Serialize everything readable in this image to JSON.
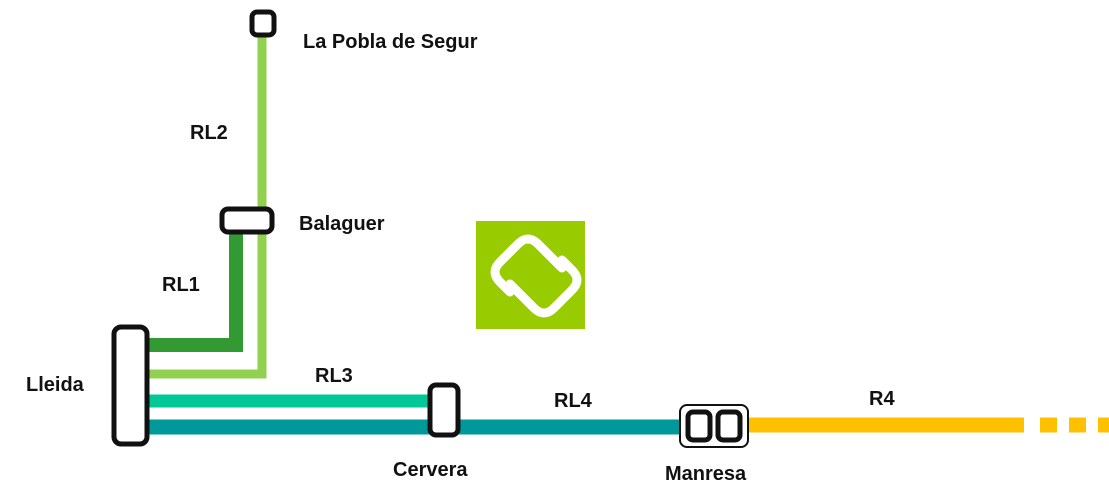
{
  "stations": {
    "la_pobla": "La Pobla de Segur",
    "balaguer": "Balaguer",
    "lleida": "Lleida",
    "cervera": "Cervera",
    "manresa": "Manresa"
  },
  "lines": {
    "rl1": {
      "label": "RL1",
      "color": "#339933"
    },
    "rl2": {
      "label": "RL2",
      "color": "#92d050"
    },
    "rl3": {
      "label": "RL3",
      "color": "#00c896"
    },
    "rl4": {
      "label": "RL4",
      "color": "#009999"
    },
    "r4": {
      "label": "R4",
      "color": "#ffc000"
    }
  },
  "logo": {
    "name": "rodalies-logo",
    "bg_color": "#99cc00"
  }
}
